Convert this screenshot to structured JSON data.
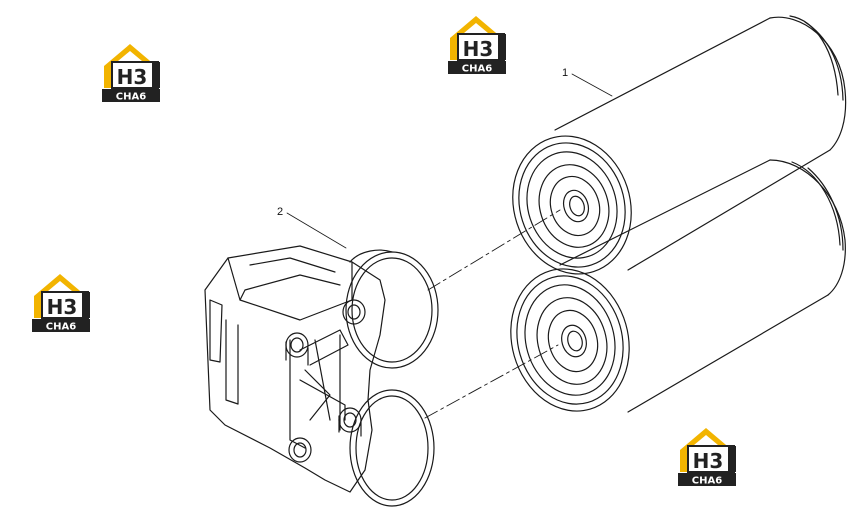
{
  "diagram": {
    "callouts": [
      {
        "id": "1",
        "label": "1"
      },
      {
        "id": "2",
        "label": "2"
      }
    ],
    "watermark": {
      "main": "H3",
      "sub": "CHA6",
      "colors": {
        "roof": "#f2b400",
        "dark": "#222222",
        "text": "#ffffff"
      }
    },
    "line_color": "#1a1a1a"
  }
}
